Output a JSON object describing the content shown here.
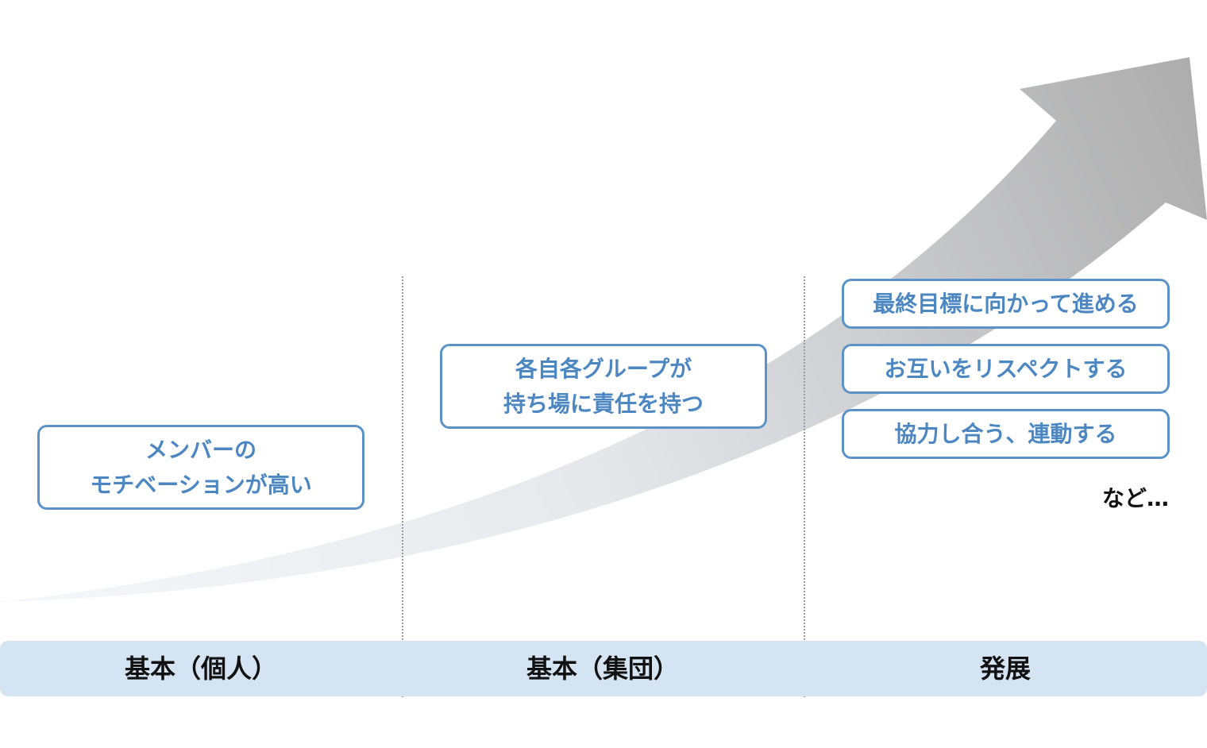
{
  "stages": [
    {
      "label": "基本（個人）",
      "items": [
        {
          "lines": [
            "メンバーの",
            "モチベーションが高い"
          ]
        }
      ]
    },
    {
      "label": "基本（集団）",
      "items": [
        {
          "lines": [
            "各自各グループが",
            "持ち場に責任を持つ"
          ]
        }
      ]
    },
    {
      "label": "発展",
      "items": [
        {
          "lines": [
            "最終目標に向かって進める"
          ]
        },
        {
          "lines": [
            "お互いをリスペクトする"
          ]
        },
        {
          "lines": [
            "協力し合う、連動する"
          ]
        }
      ]
    }
  ],
  "etc_label": "など…",
  "colors": {
    "box_border": "#5b93c9",
    "box_text": "#4d87c2",
    "band": "#d5e4f3",
    "arrow_light": "#f2f4f8",
    "arrow_dark": "#b0b0b0"
  }
}
